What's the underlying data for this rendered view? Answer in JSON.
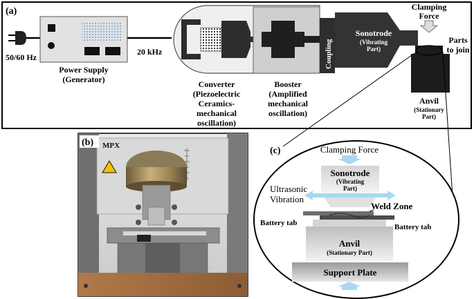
{
  "panel_a": {
    "label": "(a)",
    "mains_label": "50/60 Hz",
    "power_supply": {
      "line1": "Power Supply",
      "line2": "(Generator)"
    },
    "freq_label": "20 kHz",
    "converter": {
      "line1": "Converter",
      "line2": "(Piezoelectric",
      "line3": "Ceramics-",
      "line4": "mechanical",
      "line5": "oscillation)"
    },
    "booster": {
      "line1": "Booster",
      "line2": "(Amplified",
      "line3": "mechanical",
      "line4": "oscillation)"
    },
    "coupling": "Coupling",
    "sonotrode": {
      "line1": "Sonotrode",
      "line2": "(Vibrating",
      "line3": "Part)"
    },
    "clamping": {
      "line1": "Clamping",
      "line2": "Force"
    },
    "parts": {
      "line1": "Parts",
      "line2": "to join"
    },
    "anvil": {
      "line1": "Anvil",
      "line2": "(Stationary",
      "line3": "Part)"
    }
  },
  "panel_b": {
    "label": "(b)",
    "brand": "MPX"
  },
  "panel_c": {
    "label": "(c)",
    "clamping": "Clamping Force",
    "sonotrode": {
      "line1": "Sonotrode",
      "line2": "(Vibrating",
      "line3": "Part)"
    },
    "ultrasonic": {
      "line1": "Ultrasonic",
      "line2": "Vibration"
    },
    "weld_zone": "Weld Zone",
    "battery_tab_left": "Battery tab",
    "battery_tab_right": "Battery tab",
    "anvil": {
      "line1": "Anvil",
      "line2": "(Stationary Part)"
    },
    "support": "Support Plate"
  },
  "colors": {
    "sonotrode_dark": "#3a3a3a",
    "booster_gray": "#cfcfcf",
    "housing": "#ececec",
    "arrow_blue": "#a9d8ef",
    "anvil_black": "#1c1c1c"
  }
}
